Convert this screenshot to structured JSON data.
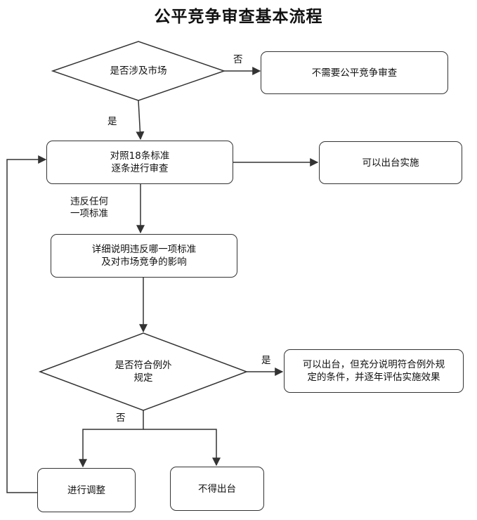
{
  "title": "公平竞争审查基本流程",
  "nodes": {
    "involve_market": "是否涉及市场",
    "no_review": "不需要公平竞争审查",
    "check_18": "对照18条标准\n逐条进行审查",
    "can_implement": "可以出台实施",
    "explain_violation": "详细说明违反哪一项标准\n及对市场竞争的影响",
    "exception_check": "是否符合例外\n规定",
    "exception_allowed": "可以出台，但充分说明符合例外规\n定的条件，并逐年评估实施效果",
    "adjust": "进行调整",
    "not_allowed": "不得出台"
  },
  "edge_labels": {
    "no_1": "否",
    "yes_1": "是",
    "violate": "违反任何\n一项标准",
    "yes_2": "是",
    "no_2": "否"
  }
}
